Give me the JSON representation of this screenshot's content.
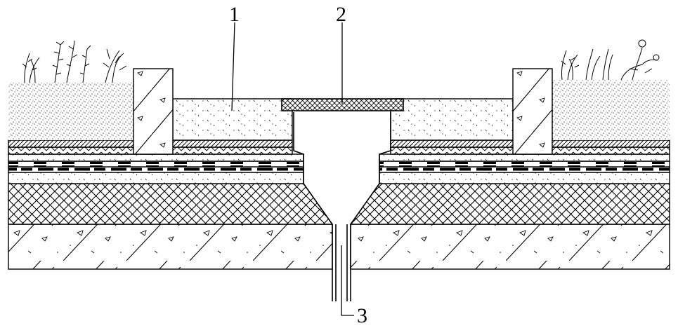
{
  "callouts": {
    "label_1": "1",
    "label_2": "2",
    "label_3": "3"
  },
  "colors": {
    "line": "#000000",
    "background": "#ffffff"
  }
}
